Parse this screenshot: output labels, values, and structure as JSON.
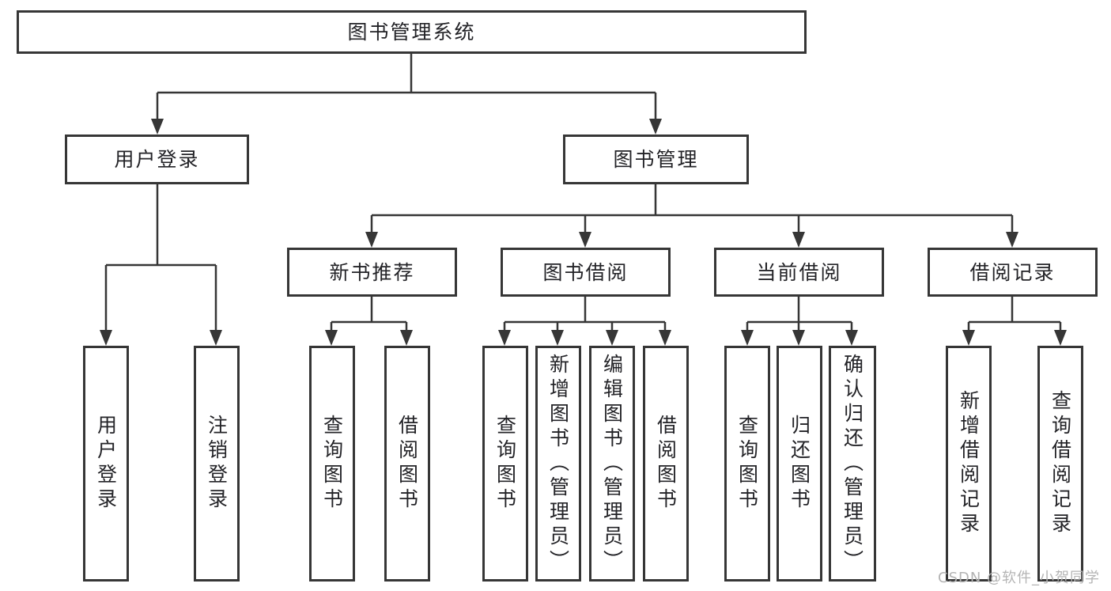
{
  "diagram": {
    "root": {
      "label": "图书管理系统",
      "children": [
        {
          "label": "用户登录",
          "children": [
            {
              "label": "用户登录"
            },
            {
              "label": "注销登录"
            }
          ]
        },
        {
          "label": "图书管理",
          "children": [
            {
              "label": "新书推荐",
              "children": [
                {
                  "label": "查询图书"
                },
                {
                  "label": "借阅图书"
                }
              ]
            },
            {
              "label": "图书借阅",
              "children": [
                {
                  "label": "查询图书"
                },
                {
                  "label": "新增图书（管理员）"
                },
                {
                  "label": "编辑图书（管理员）"
                },
                {
                  "label": "借阅图书"
                }
              ]
            },
            {
              "label": "当前借阅",
              "children": [
                {
                  "label": "查询图书"
                },
                {
                  "label": "归还图书"
                },
                {
                  "label": "确认归还（管理员）"
                }
              ]
            },
            {
              "label": "借阅记录",
              "children": [
                {
                  "label": "新增借阅记录"
                },
                {
                  "label": "查询借阅记录"
                }
              ]
            }
          ]
        }
      ]
    }
  },
  "watermark": {
    "text": "CSDN @软件_小贺同学"
  },
  "colors": {
    "line": "#363636",
    "box_border": "#363636",
    "text": "#232327",
    "watermark": "#b4b4b4",
    "background": "#ffffff"
  }
}
